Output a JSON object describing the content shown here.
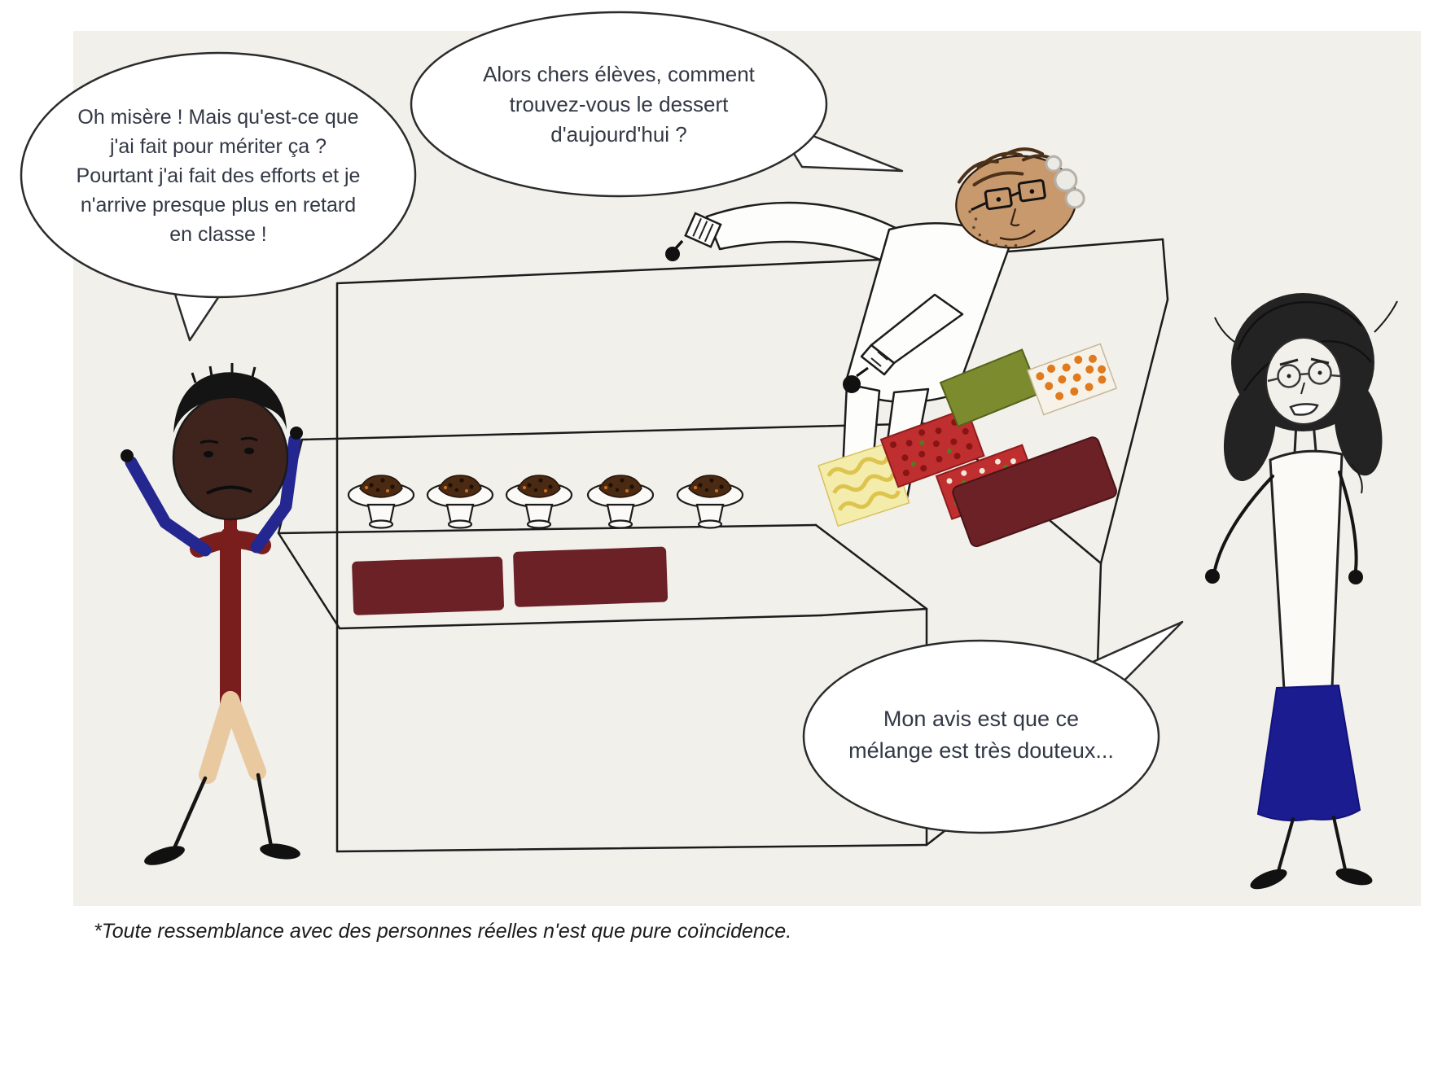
{
  "bubbles": {
    "student": {
      "lines": [
        "Oh misère ! Mais qu'est-ce que",
        "j'ai fait pour mériter ça ?",
        "Pourtant j'ai fait des efforts et je",
        "n'arrive presque plus en retard",
        "en classe !"
      ]
    },
    "server": {
      "lines": [
        "Alors chers élèves, comment",
        "trouvez-vous le dessert",
        "d'aujourd'hui ?"
      ]
    },
    "teacher_right": {
      "lines": [
        "Mon avis est que ce",
        "mélange est très douteux..."
      ]
    }
  },
  "caption": "*Toute ressemblance avec des personnes réelles n'est que pure coïncidence.",
  "palette": {
    "paper": "#f2f0eb",
    "outline": "#1c1c1c",
    "shirt_maroon": "#7a1d1d",
    "sleeve_blue": "#23278f",
    "pants_tan": "#e9c9a0",
    "skin_student": "#3f241d",
    "skin_server": "#c9996e",
    "skirt_blue": "#1b1c8f",
    "tray_maroon": "#6b2126",
    "tray_green": "#7c8b2d",
    "tray_red": "#c02f2f",
    "tray_yellow": "#f4ecab",
    "dot_orange": "#e07a1e",
    "dessert_brown": "#4a2a12"
  }
}
